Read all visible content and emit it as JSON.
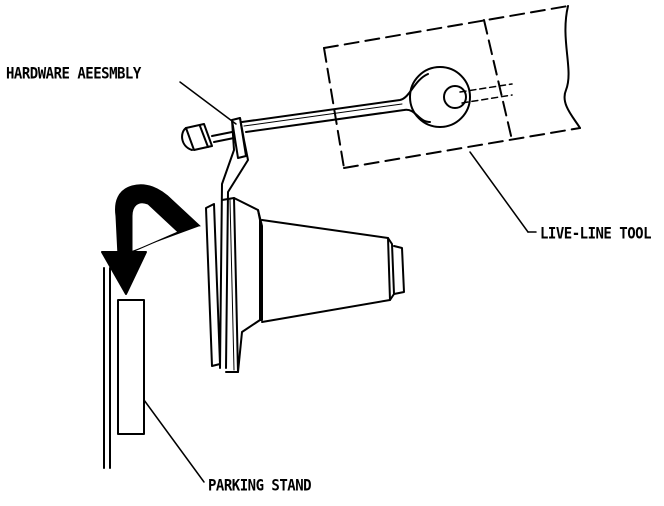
{
  "labels": {
    "hardware": "HARDWARE AEESMBLY",
    "tool": "LIVE-LINE TOOL",
    "stand": "PARKING STAND"
  },
  "colors": {
    "ink": "#000000",
    "background": "#ffffff"
  }
}
